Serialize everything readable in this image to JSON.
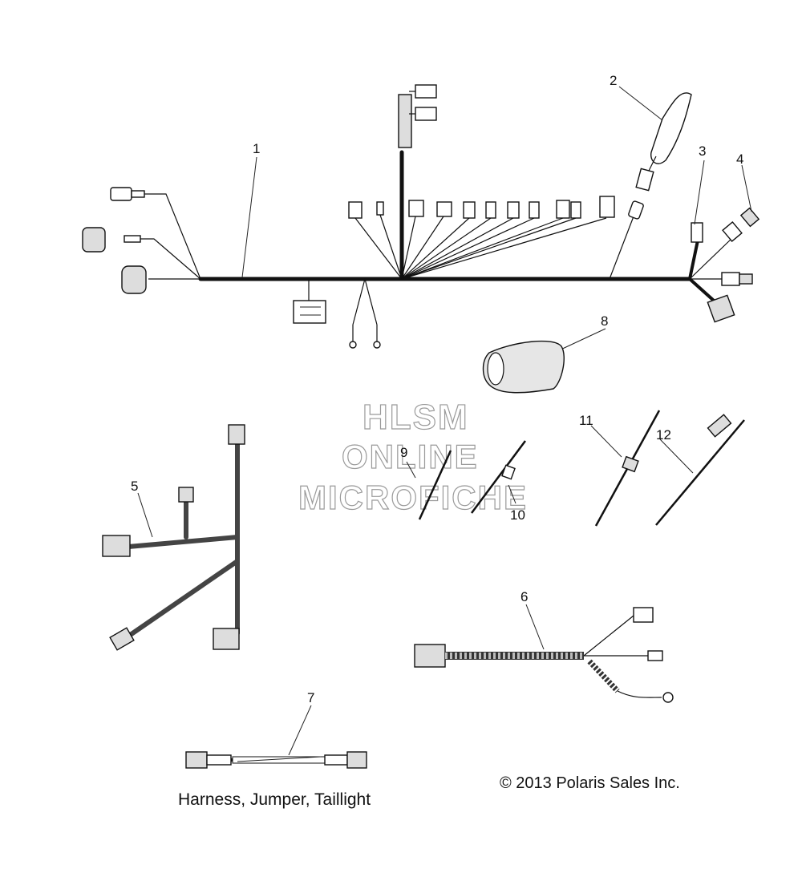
{
  "callouts": [
    "1",
    "2",
    "3",
    "4",
    "5",
    "6",
    "7",
    "8",
    "9",
    "10",
    "11",
    "12"
  ],
  "watermark": {
    "line1": "HLSM",
    "line2": "ONLINE",
    "line3": "MICROFICHE"
  },
  "caption": "Harness, Jumper, Taillight",
  "copyright": "© 2013 Polaris Sales Inc."
}
